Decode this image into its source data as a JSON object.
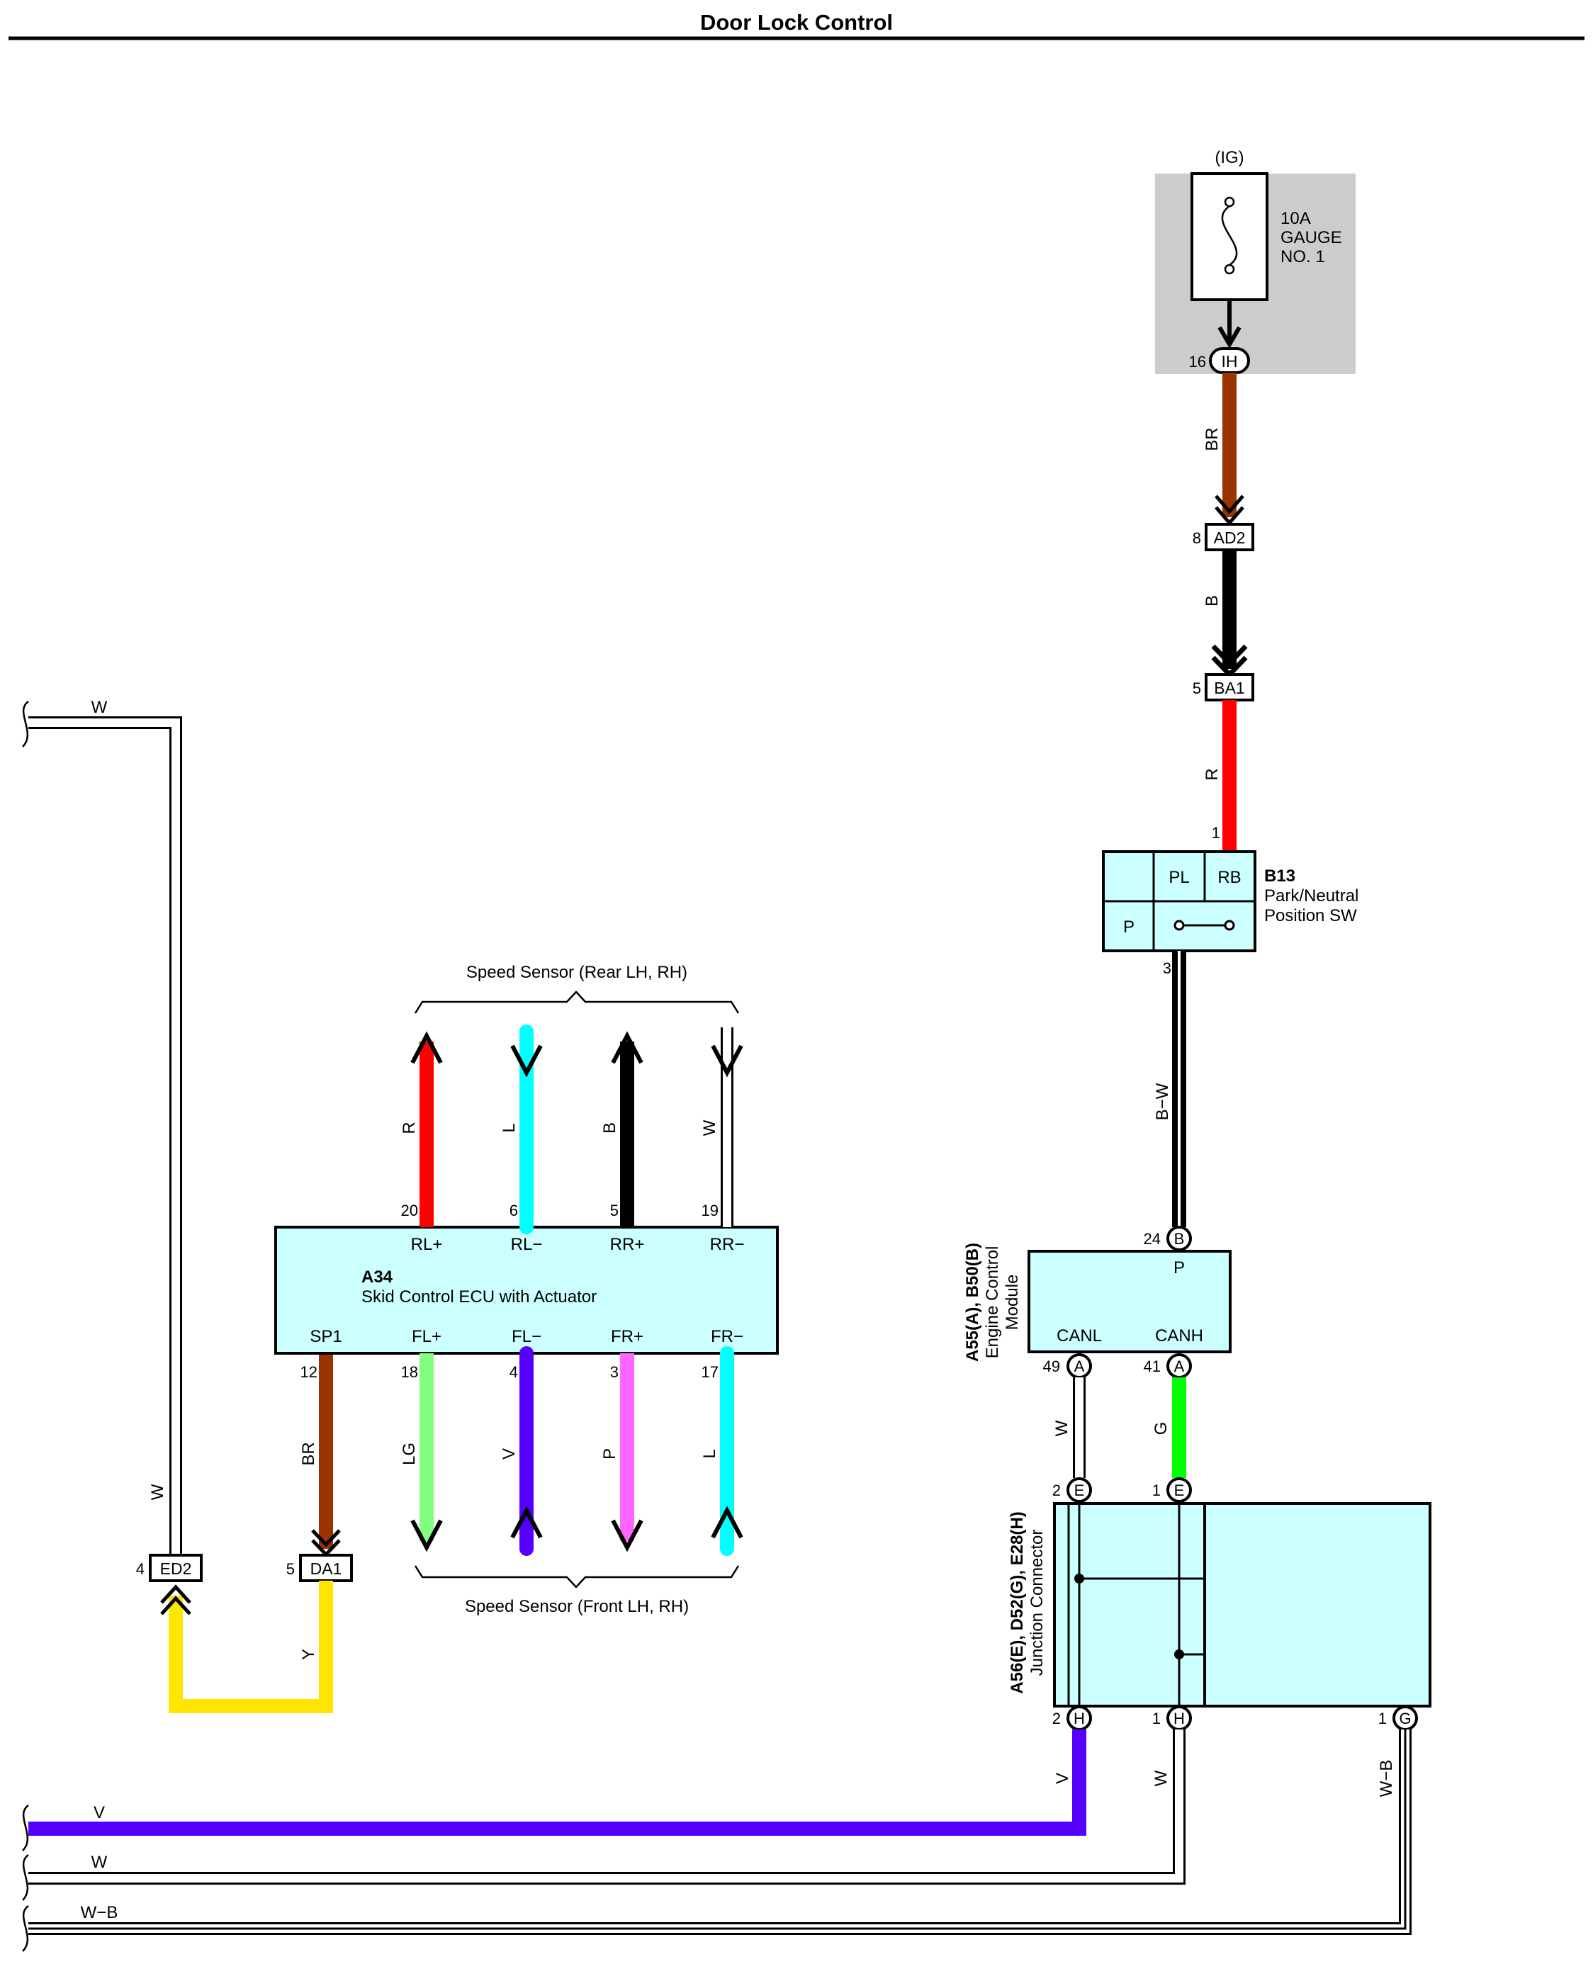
{
  "title": "Door Lock Control",
  "colors": {
    "R": "#ff0000",
    "BR": "#993300",
    "B": "#000000",
    "L": "#00ffff",
    "W": "#ffffff",
    "LG": "#80ff80",
    "V": "#5500ff",
    "P": "#ff66ff",
    "Y": "#ffe600",
    "G": "#00ff00",
    "component_fill": "#ccffff",
    "fuse_box_fill": "#cccccc"
  },
  "fuse": {
    "supply": "(IG)",
    "rating": "10A",
    "name_line1": "GAUGE",
    "name_line2": "NO. 1"
  },
  "connectors": {
    "IH": {
      "pin": "16",
      "code": "IH"
    },
    "AD2": {
      "pin": "8",
      "code": "AD2"
    },
    "BA1": {
      "pin": "5",
      "code": "BA1"
    },
    "ED2": {
      "pin": "4",
      "code": "ED2"
    },
    "DA1": {
      "pin": "5",
      "code": "DA1"
    }
  },
  "b13": {
    "code": "B13",
    "name_line1": "Park/Neutral",
    "name_line2": "Position SW",
    "pin_top": "1",
    "pin_bottom": "3",
    "cell_pl": "PL",
    "cell_rb": "RB",
    "cell_p": "P"
  },
  "ecm": {
    "code_line": "A55(A), B50(B)",
    "name_line1": "Engine Control",
    "name_line2": "Module",
    "pin_p": "24",
    "pin_p_conn": "B",
    "term_p": "P",
    "term_canl": "CANL",
    "term_canh": "CANH",
    "pin_canl": "49",
    "pin_canl_conn": "A",
    "pin_canh": "41",
    "pin_canh_conn": "A"
  },
  "a34": {
    "code": "A34",
    "name": "Skid Control ECU with Actuator",
    "top_terms": [
      {
        "term": "RL+",
        "pin": "20",
        "wire": "R"
      },
      {
        "term": "RL−",
        "pin": "6",
        "wire": "L"
      },
      {
        "term": "RR+",
        "pin": "5",
        "wire": "B"
      },
      {
        "term": "RR−",
        "pin": "19",
        "wire": "W"
      }
    ],
    "bottom_terms": [
      {
        "term": "SP1",
        "pin": "12",
        "wire": "BR"
      },
      {
        "term": "FL+",
        "pin": "18",
        "wire": "LG"
      },
      {
        "term": "FL−",
        "pin": "4",
        "wire": "V"
      },
      {
        "term": "FR+",
        "pin": "3",
        "wire": "P"
      },
      {
        "term": "FR−",
        "pin": "17",
        "wire": "L"
      }
    ]
  },
  "speed_rear_label": "Speed Sensor (Rear LH,  RH)",
  "speed_front_label": "Speed Sensor (Front LH,  RH)",
  "jc": {
    "code_line": "A56(E), D52(G), E28(H)",
    "name": "Junction Connector",
    "pins_top": [
      {
        "pin": "2",
        "conn": "E"
      },
      {
        "pin": "1",
        "conn": "E"
      }
    ],
    "pins_bottom": [
      {
        "pin": "2",
        "conn": "H"
      },
      {
        "pin": "1",
        "conn": "H"
      },
      {
        "pin": "1",
        "conn": "G"
      }
    ]
  },
  "wires": {
    "ih_ad2": "BR",
    "ad2_ba1": "B",
    "ba1_b13": "R",
    "b13_ecm": "B−W",
    "canl": "W",
    "canh": "G",
    "ed2_up": "W",
    "ed2_top_run": "W",
    "da1_ed2": "Y",
    "h2_out": "V",
    "h1_out": "W",
    "g1_out": "W−B",
    "bottom_v": "V",
    "bottom_w": "W",
    "bottom_wb": "W−B"
  }
}
